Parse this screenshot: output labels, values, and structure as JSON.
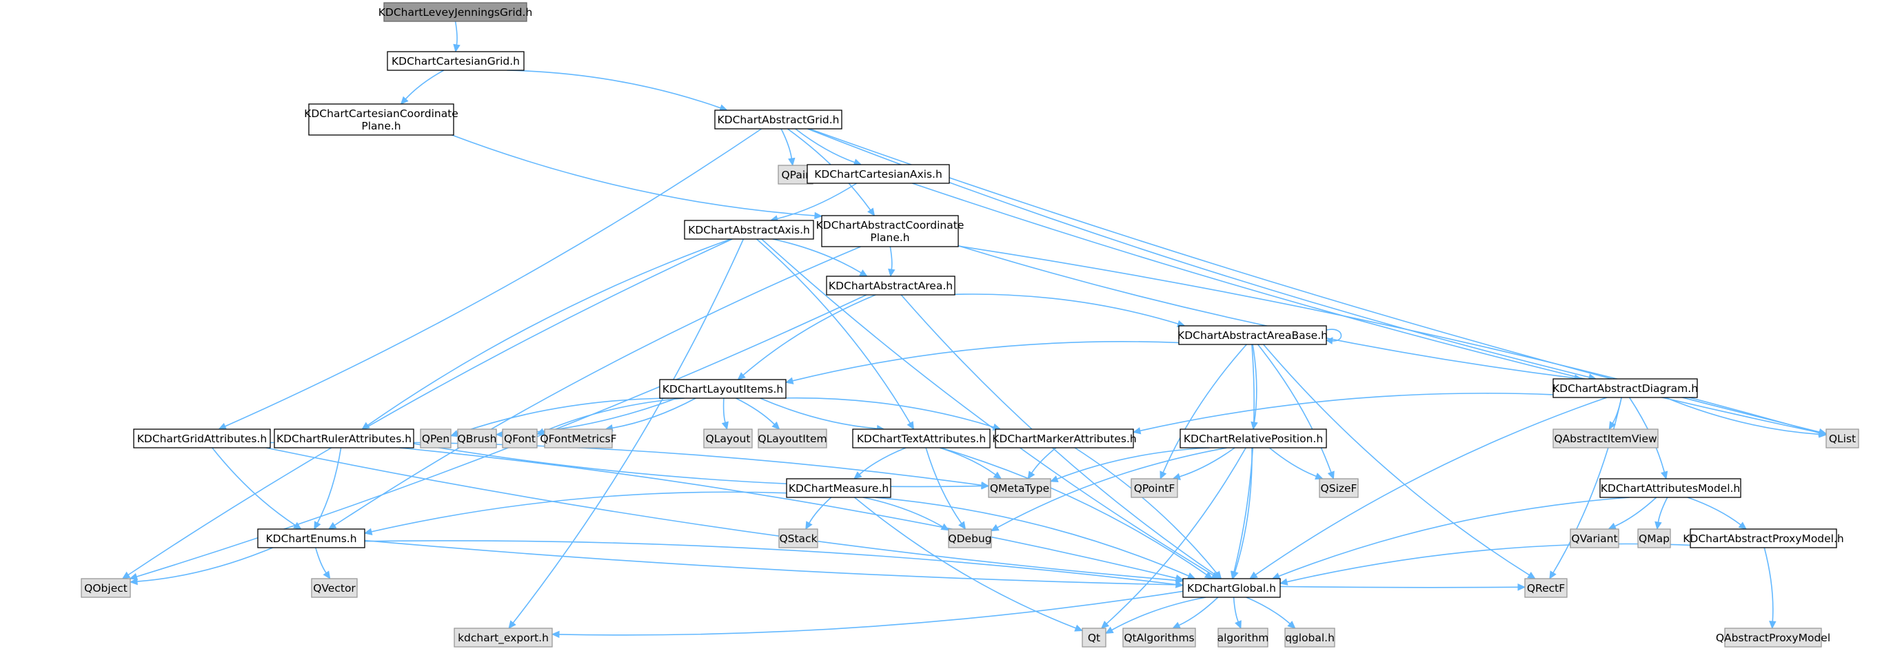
{
  "graph": {
    "colors": {
      "edge": "#63b8ff",
      "focus_fill": "#999999",
      "focus_stroke": "#666666",
      "file_fill": "#ffffff",
      "file_stroke": "#000000",
      "external_fill": "#e0e0e0",
      "external_stroke": "#999999"
    },
    "nodes": [
      {
        "id": "levey",
        "lines": [
          "KDChartLeveyJenningsGrid.h"
        ],
        "kind": "focus"
      },
      {
        "id": "cartgrid",
        "lines": [
          "KDChartCartesianGrid.h"
        ],
        "kind": "file"
      },
      {
        "id": "cartcoord",
        "lines": [
          "KDChartCartesianCoordinate",
          "Plane.h"
        ],
        "kind": "file"
      },
      {
        "id": "absgrid",
        "lines": [
          "KDChartAbstractGrid.h"
        ],
        "kind": "file"
      },
      {
        "id": "qpair",
        "lines": [
          "QPair"
        ],
        "kind": "external"
      },
      {
        "id": "cartaxis",
        "lines": [
          "KDChartCartesianAxis.h"
        ],
        "kind": "file"
      },
      {
        "id": "absaxis",
        "lines": [
          "KDChartAbstractAxis.h"
        ],
        "kind": "file"
      },
      {
        "id": "abscoord",
        "lines": [
          "KDChartAbstractCoordinate",
          "Plane.h"
        ],
        "kind": "file"
      },
      {
        "id": "absarea",
        "lines": [
          "KDChartAbstractArea.h"
        ],
        "kind": "file"
      },
      {
        "id": "areabase",
        "lines": [
          "KDChartAbstractAreaBase.h"
        ],
        "kind": "file"
      },
      {
        "id": "absdiag",
        "lines": [
          "KDChartAbstractDiagram.h"
        ],
        "kind": "file"
      },
      {
        "id": "layout",
        "lines": [
          "KDChartLayoutItems.h"
        ],
        "kind": "file"
      },
      {
        "id": "gridattr",
        "lines": [
          "KDChartGridAttributes.h"
        ],
        "kind": "file"
      },
      {
        "id": "ruler",
        "lines": [
          "KDChartRulerAttributes.h"
        ],
        "kind": "file"
      },
      {
        "id": "qpen",
        "lines": [
          "QPen"
        ],
        "kind": "external"
      },
      {
        "id": "qbrush",
        "lines": [
          "QBrush"
        ],
        "kind": "external"
      },
      {
        "id": "qfont",
        "lines": [
          "QFont"
        ],
        "kind": "external"
      },
      {
        "id": "qfontm",
        "lines": [
          "QFontMetricsF"
        ],
        "kind": "external"
      },
      {
        "id": "qlayout",
        "lines": [
          "QLayout"
        ],
        "kind": "external"
      },
      {
        "id": "qlayoutitem",
        "lines": [
          "QLayoutItem"
        ],
        "kind": "external"
      },
      {
        "id": "textattr",
        "lines": [
          "KDChartTextAttributes.h"
        ],
        "kind": "file"
      },
      {
        "id": "marker",
        "lines": [
          "KDChartMarkerAttributes.h"
        ],
        "kind": "file"
      },
      {
        "id": "relpos",
        "lines": [
          "KDChartRelativePosition.h"
        ],
        "kind": "file"
      },
      {
        "id": "qaiv",
        "lines": [
          "QAbstractItemView"
        ],
        "kind": "external"
      },
      {
        "id": "qlist",
        "lines": [
          "QList"
        ],
        "kind": "external"
      },
      {
        "id": "qmetatype",
        "lines": [
          "QMetaType"
        ],
        "kind": "external"
      },
      {
        "id": "qpointf",
        "lines": [
          "QPointF"
        ],
        "kind": "external"
      },
      {
        "id": "qsizef",
        "lines": [
          "QSizeF"
        ],
        "kind": "external"
      },
      {
        "id": "measure",
        "lines": [
          "KDChartMeasure.h"
        ],
        "kind": "file"
      },
      {
        "id": "attrmodel",
        "lines": [
          "KDChartAttributesModel.h"
        ],
        "kind": "file"
      },
      {
        "id": "qstack",
        "lines": [
          "QStack"
        ],
        "kind": "external"
      },
      {
        "id": "qdebug",
        "lines": [
          "QDebug"
        ],
        "kind": "external"
      },
      {
        "id": "enums",
        "lines": [
          "KDChartEnums.h"
        ],
        "kind": "file"
      },
      {
        "id": "qvariant",
        "lines": [
          "QVariant"
        ],
        "kind": "external"
      },
      {
        "id": "qmap",
        "lines": [
          "QMap"
        ],
        "kind": "external"
      },
      {
        "id": "proxy",
        "lines": [
          "KDChartAbstractProxyModel.h"
        ],
        "kind": "file"
      },
      {
        "id": "qobject",
        "lines": [
          "QObject"
        ],
        "kind": "external"
      },
      {
        "id": "qvector",
        "lines": [
          "QVector"
        ],
        "kind": "external"
      },
      {
        "id": "global",
        "lines": [
          "KDChartGlobal.h"
        ],
        "kind": "file"
      },
      {
        "id": "qrectf",
        "lines": [
          "QRectF"
        ],
        "kind": "external"
      },
      {
        "id": "qapm",
        "lines": [
          "QAbstractProxyModel"
        ],
        "kind": "external"
      },
      {
        "id": "export",
        "lines": [
          "kdchart_export.h"
        ],
        "kind": "external"
      },
      {
        "id": "qt",
        "lines": [
          "Qt"
        ],
        "kind": "external"
      },
      {
        "id": "qtalg",
        "lines": [
          "QtAlgorithms"
        ],
        "kind": "external"
      },
      {
        "id": "algorithm",
        "lines": [
          "algorithm"
        ],
        "kind": "external"
      },
      {
        "id": "qglobal",
        "lines": [
          "qglobal.h"
        ],
        "kind": "external"
      }
    ],
    "edges": [
      [
        "levey",
        "cartgrid"
      ],
      [
        "cartgrid",
        "cartcoord"
      ],
      [
        "cartgrid",
        "absgrid"
      ],
      [
        "cartcoord",
        "abscoord"
      ],
      [
        "absgrid",
        "qpair"
      ],
      [
        "absgrid",
        "cartaxis"
      ],
      [
        "absgrid",
        "abscoord"
      ],
      [
        "absgrid",
        "absdiag"
      ],
      [
        "absgrid",
        "gridattr"
      ],
      [
        "absgrid",
        "qlist"
      ],
      [
        "cartaxis",
        "absaxis"
      ],
      [
        "cartaxis",
        "qlist"
      ],
      [
        "absaxis",
        "absarea"
      ],
      [
        "absaxis",
        "ruler"
      ],
      [
        "absaxis",
        "textattr"
      ],
      [
        "absaxis",
        "global"
      ],
      [
        "absaxis",
        "export"
      ],
      [
        "absaxis",
        "qobject"
      ],
      [
        "abscoord",
        "absarea"
      ],
      [
        "abscoord",
        "absdiag"
      ],
      [
        "abscoord",
        "qlist"
      ],
      [
        "abscoord",
        "enums"
      ],
      [
        "absarea",
        "areabase"
      ],
      [
        "absarea",
        "layout"
      ],
      [
        "absarea",
        "qobject"
      ],
      [
        "absarea",
        "global"
      ],
      [
        "areabase",
        "areabase"
      ],
      [
        "areabase",
        "layout"
      ],
      [
        "areabase",
        "relpos"
      ],
      [
        "areabase",
        "qpointf"
      ],
      [
        "areabase",
        "qsizef"
      ],
      [
        "areabase",
        "qrectf"
      ],
      [
        "areabase",
        "global"
      ],
      [
        "absdiag",
        "marker"
      ],
      [
        "absdiag",
        "qaiv"
      ],
      [
        "absdiag",
        "qlist"
      ],
      [
        "absdiag",
        "attrmodel"
      ],
      [
        "absdiag",
        "global"
      ],
      [
        "absdiag",
        "qrectf"
      ],
      [
        "layout",
        "qpen"
      ],
      [
        "layout",
        "qbrush"
      ],
      [
        "layout",
        "qfont"
      ],
      [
        "layout",
        "qfontm"
      ],
      [
        "layout",
        "qlayout"
      ],
      [
        "layout",
        "qlayoutitem"
      ],
      [
        "layout",
        "textattr"
      ],
      [
        "layout",
        "marker"
      ],
      [
        "gridattr",
        "enums"
      ],
      [
        "gridattr",
        "qmetatype"
      ],
      [
        "gridattr",
        "global"
      ],
      [
        "ruler",
        "enums"
      ],
      [
        "ruler",
        "qmetatype"
      ],
      [
        "ruler",
        "global"
      ],
      [
        "textattr",
        "measure"
      ],
      [
        "textattr",
        "qmetatype"
      ],
      [
        "textattr",
        "qdebug"
      ],
      [
        "textattr",
        "global"
      ],
      [
        "marker",
        "qmetatype"
      ],
      [
        "marker",
        "global"
      ],
      [
        "relpos",
        "qmetatype"
      ],
      [
        "relpos",
        "qpointf"
      ],
      [
        "relpos",
        "qsizef"
      ],
      [
        "relpos",
        "global"
      ],
      [
        "relpos",
        "qdebug"
      ],
      [
        "relpos",
        "qt"
      ],
      [
        "measure",
        "qstack"
      ],
      [
        "measure",
        "qdebug"
      ],
      [
        "measure",
        "enums"
      ],
      [
        "measure",
        "global"
      ],
      [
        "measure",
        "qt"
      ],
      [
        "attrmodel",
        "qvariant"
      ],
      [
        "attrmodel",
        "qmap"
      ],
      [
        "attrmodel",
        "proxy"
      ],
      [
        "attrmodel",
        "global"
      ],
      [
        "proxy",
        "qapm"
      ],
      [
        "proxy",
        "global"
      ],
      [
        "enums",
        "qobject"
      ],
      [
        "enums",
        "qvector"
      ],
      [
        "enums",
        "global"
      ],
      [
        "enums",
        "qrectf"
      ],
      [
        "global",
        "export"
      ],
      [
        "global",
        "qt"
      ],
      [
        "global",
        "qtalg"
      ],
      [
        "global",
        "algorithm"
      ],
      [
        "global",
        "qglobal"
      ]
    ]
  }
}
